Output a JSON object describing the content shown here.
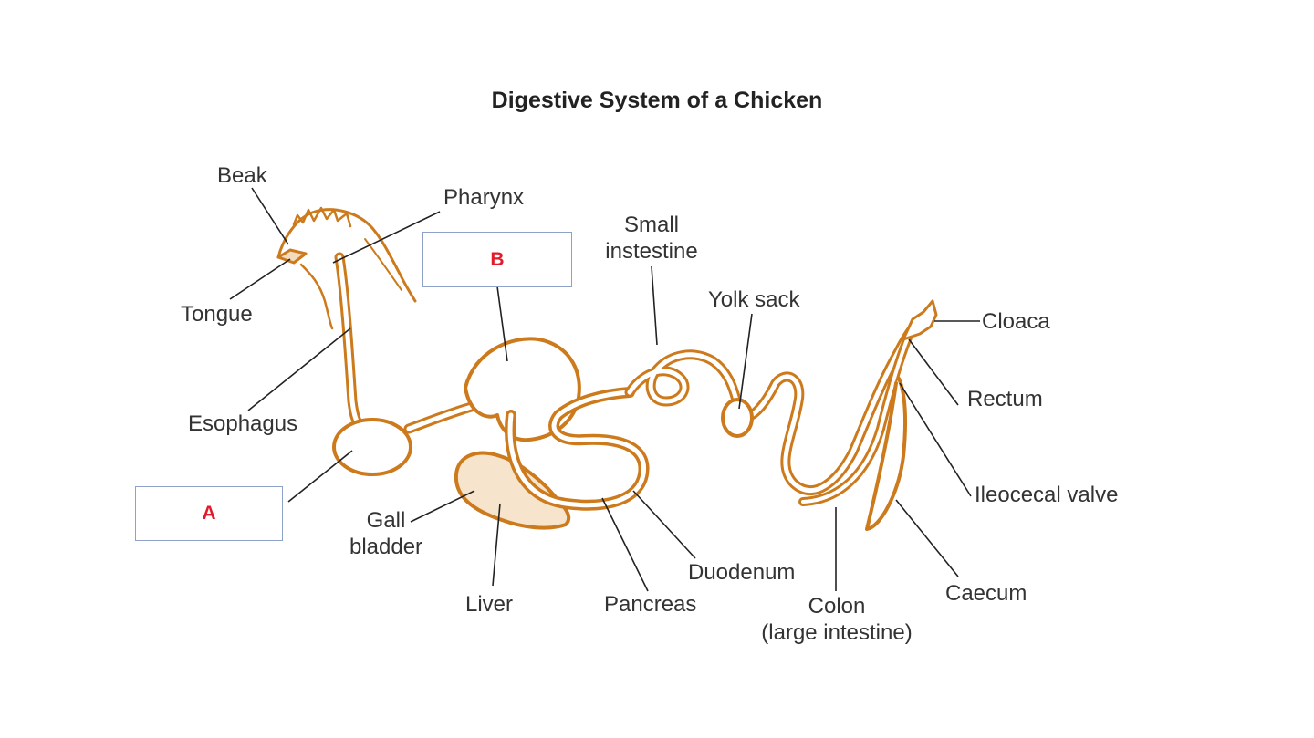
{
  "title": "Digestive System of a Chicken",
  "colors": {
    "organ": "#cc7a1c",
    "leader": "#222222",
    "box_border": "#8ea2c8",
    "box_text": "#e21b2b"
  },
  "labels": {
    "beak": "Beak",
    "pharynx": "Pharynx",
    "tongue": "Tongue",
    "esophagus": "Esophagus",
    "small_intestine_1": "Small",
    "small_intestine_2": "instestine",
    "yolk_sack": "Yolk sack",
    "cloaca": "Cloaca",
    "rectum": "Rectum",
    "ileocecal_valve": "Ileocecal valve",
    "caecum": "Caecum",
    "gall_bladder_1": "Gall",
    "gall_bladder_2": "bladder",
    "liver": "Liver",
    "pancreas": "Pancreas",
    "duodenum": "Duodenum",
    "colon_1": "Colon",
    "colon_2": "(large intestine)"
  },
  "boxes": {
    "a": "A",
    "b": "B"
  }
}
